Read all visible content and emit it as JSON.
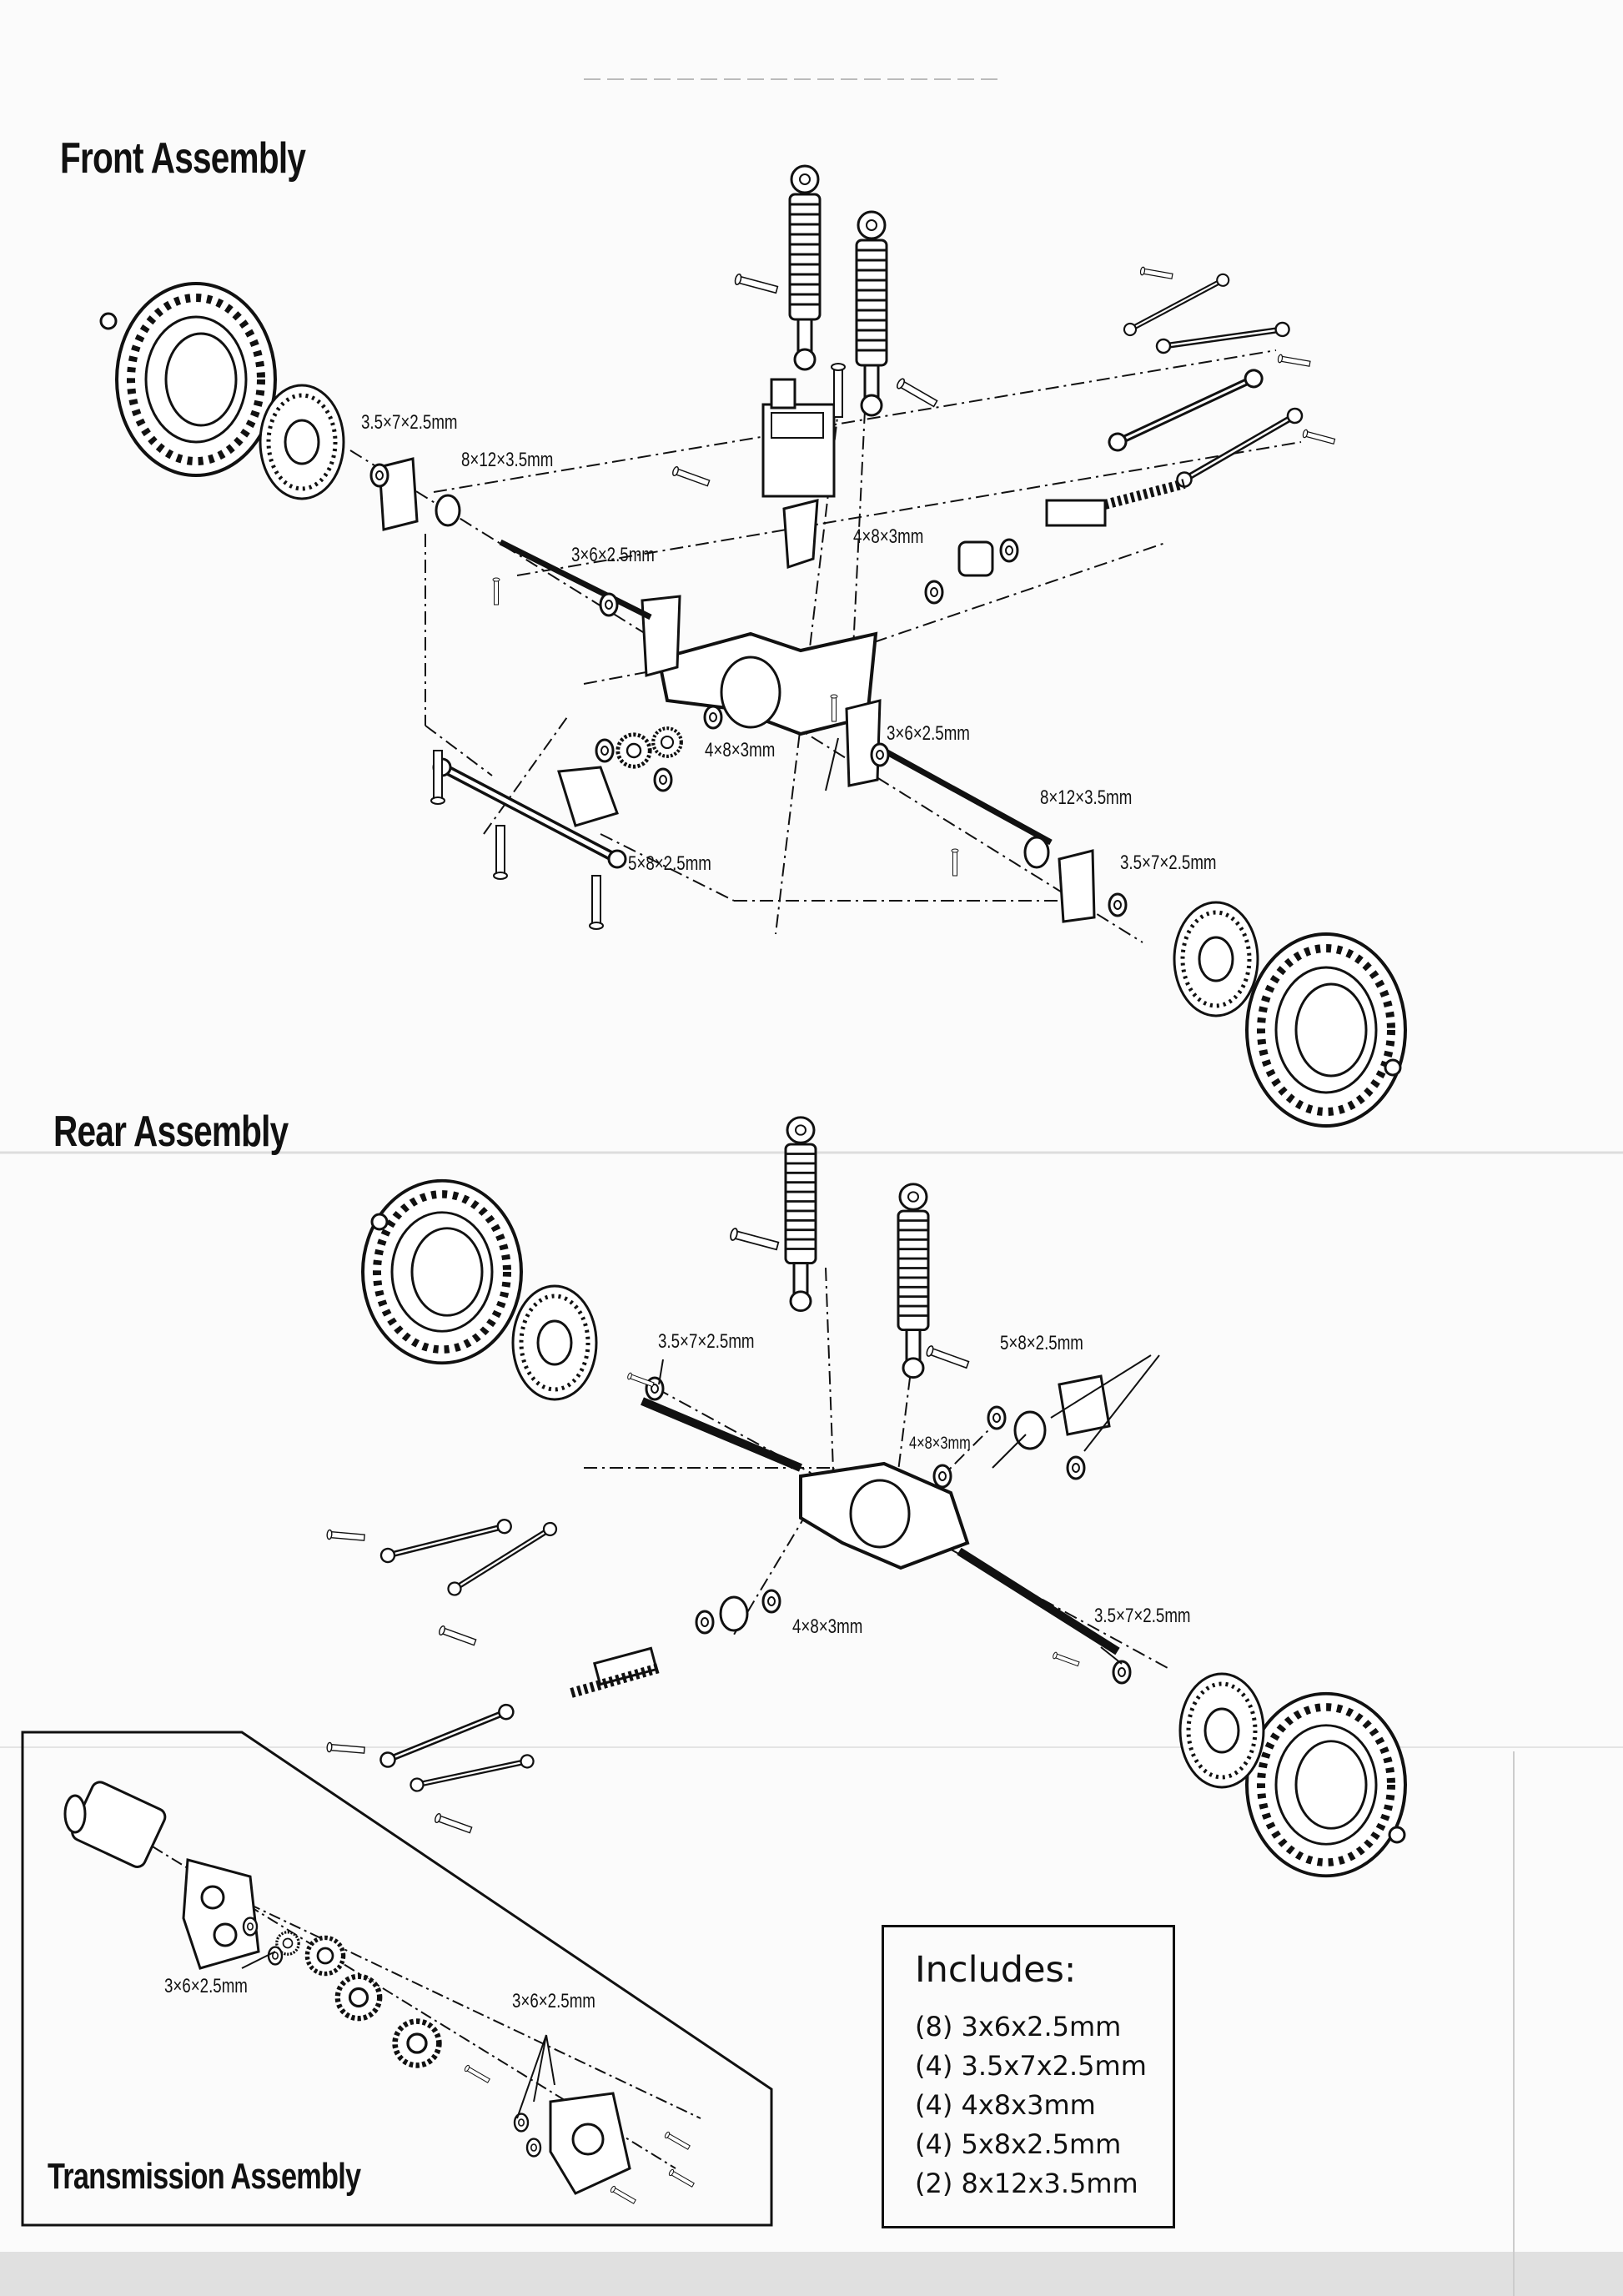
{
  "sections": {
    "front": "Front Assembly",
    "rear": "Rear Assembly",
    "transmission": "Transmission Assembly"
  },
  "labels": {
    "front": [
      "3.5×7×2.5mm",
      "8×12×3.5mm",
      "3×6×2.5mm",
      "4×8×3mm",
      "4×8×3mm",
      "3×6×2.5mm",
      "8×12×3.5mm",
      "3.5×7×2.5mm",
      "5×8×2.5mm"
    ],
    "rear": [
      "3.5×7×2.5mm",
      "5×8×2.5mm",
      "4×8×3mm",
      "4×8×3mm",
      "3.5×7×2.5mm"
    ],
    "transmission": [
      "3×6×2.5mm",
      "3×6×2.5mm"
    ]
  },
  "includes": {
    "title": "Includes:",
    "items": [
      "(8) 3x6x2.5mm",
      "(4) 3.5x7x2.5mm",
      "(4) 4x8x3mm",
      "(4) 5x8x2.5mm",
      "(2) 8x12x3.5mm"
    ]
  },
  "colors": {
    "ink": "#111111",
    "paper": "#fbfbfb"
  }
}
